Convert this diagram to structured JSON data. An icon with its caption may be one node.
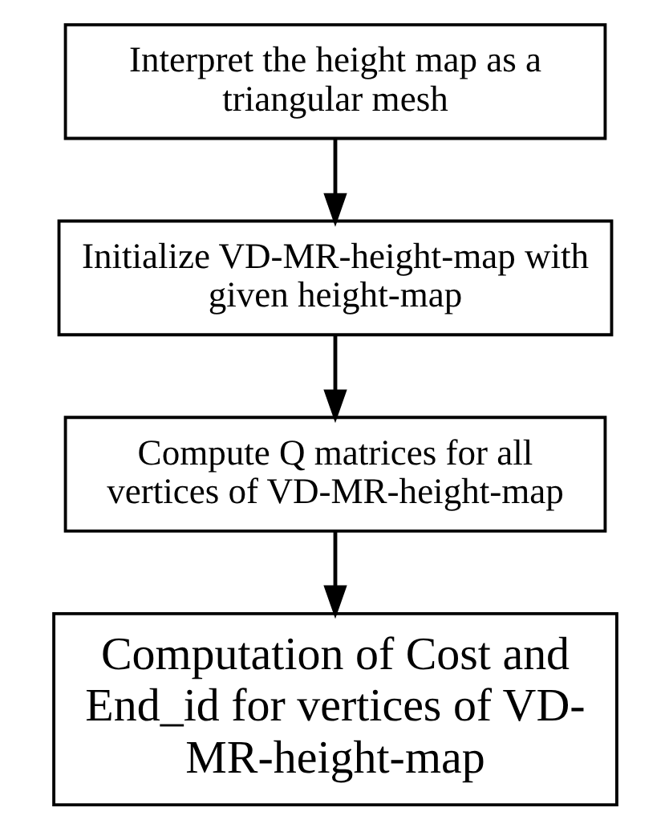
{
  "diagram": {
    "nodes": [
      {
        "text": [
          "Interpret the height map as a triangular mesh"
        ]
      },
      {
        "text": [
          "Initialize VD-MR-height-map with given height-map"
        ]
      },
      {
        "text": [
          "Compute Q matrices for all vertices of VD-MR-height-map"
        ]
      },
      {
        "text": [
          "Computation of Cost and End_id for vertices of VD-MR-height-map"
        ]
      }
    ],
    "edges": [
      {
        "from": 0,
        "to": 1,
        "arrow": "to"
      },
      {
        "from": 1,
        "to": 2,
        "arrow": "to"
      },
      {
        "from": 2,
        "to": 3,
        "arrow": "to"
      }
    ]
  }
}
